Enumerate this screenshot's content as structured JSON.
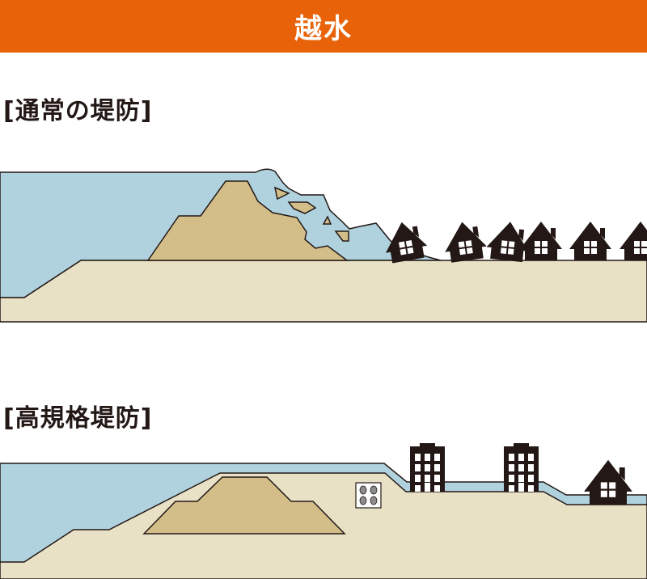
{
  "header": {
    "title": "越水"
  },
  "sections": [
    {
      "label": "[通常の堤防]"
    },
    {
      "label": "[高規格堤防]"
    }
  ],
  "colors": {
    "accent": "#e8620a",
    "water": "#b0d2de",
    "ground": "#e8e1c6",
    "levee": "#d3be8a",
    "dark": "#231815"
  }
}
